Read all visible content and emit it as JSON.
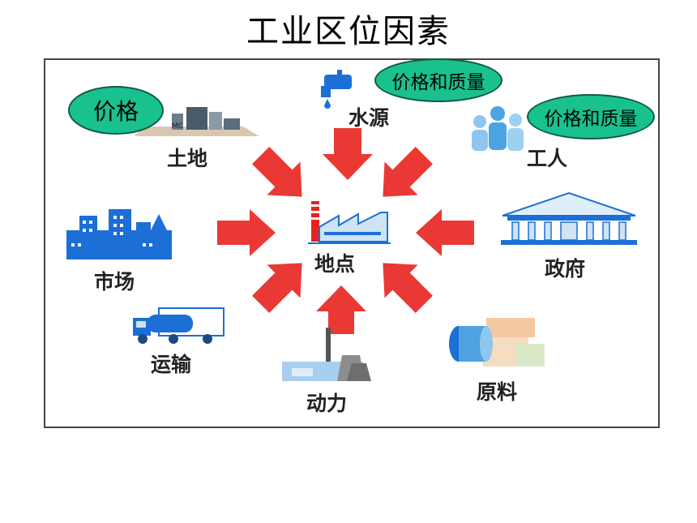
{
  "title": "工业区位因素",
  "center": {
    "label": "地点"
  },
  "factors": {
    "water": "水源",
    "land": "土地",
    "labor": "工人",
    "market": "市场",
    "government": "政府",
    "transport": "运输",
    "power": "动力",
    "raw_materials": "原料"
  },
  "notes": {
    "land": "价格",
    "water": "价格和质量",
    "labor": "价格和质量"
  },
  "colors": {
    "arrow": "#e8231e",
    "bubble": "#19c18f",
    "building": "#1c6fd6",
    "frame": "#444444"
  },
  "icons": [
    "faucet-icon",
    "factory-icon",
    "workers-icon",
    "city-icon",
    "building-icon",
    "truck-icon",
    "power-plant-icon",
    "raw-materials-icon"
  ]
}
